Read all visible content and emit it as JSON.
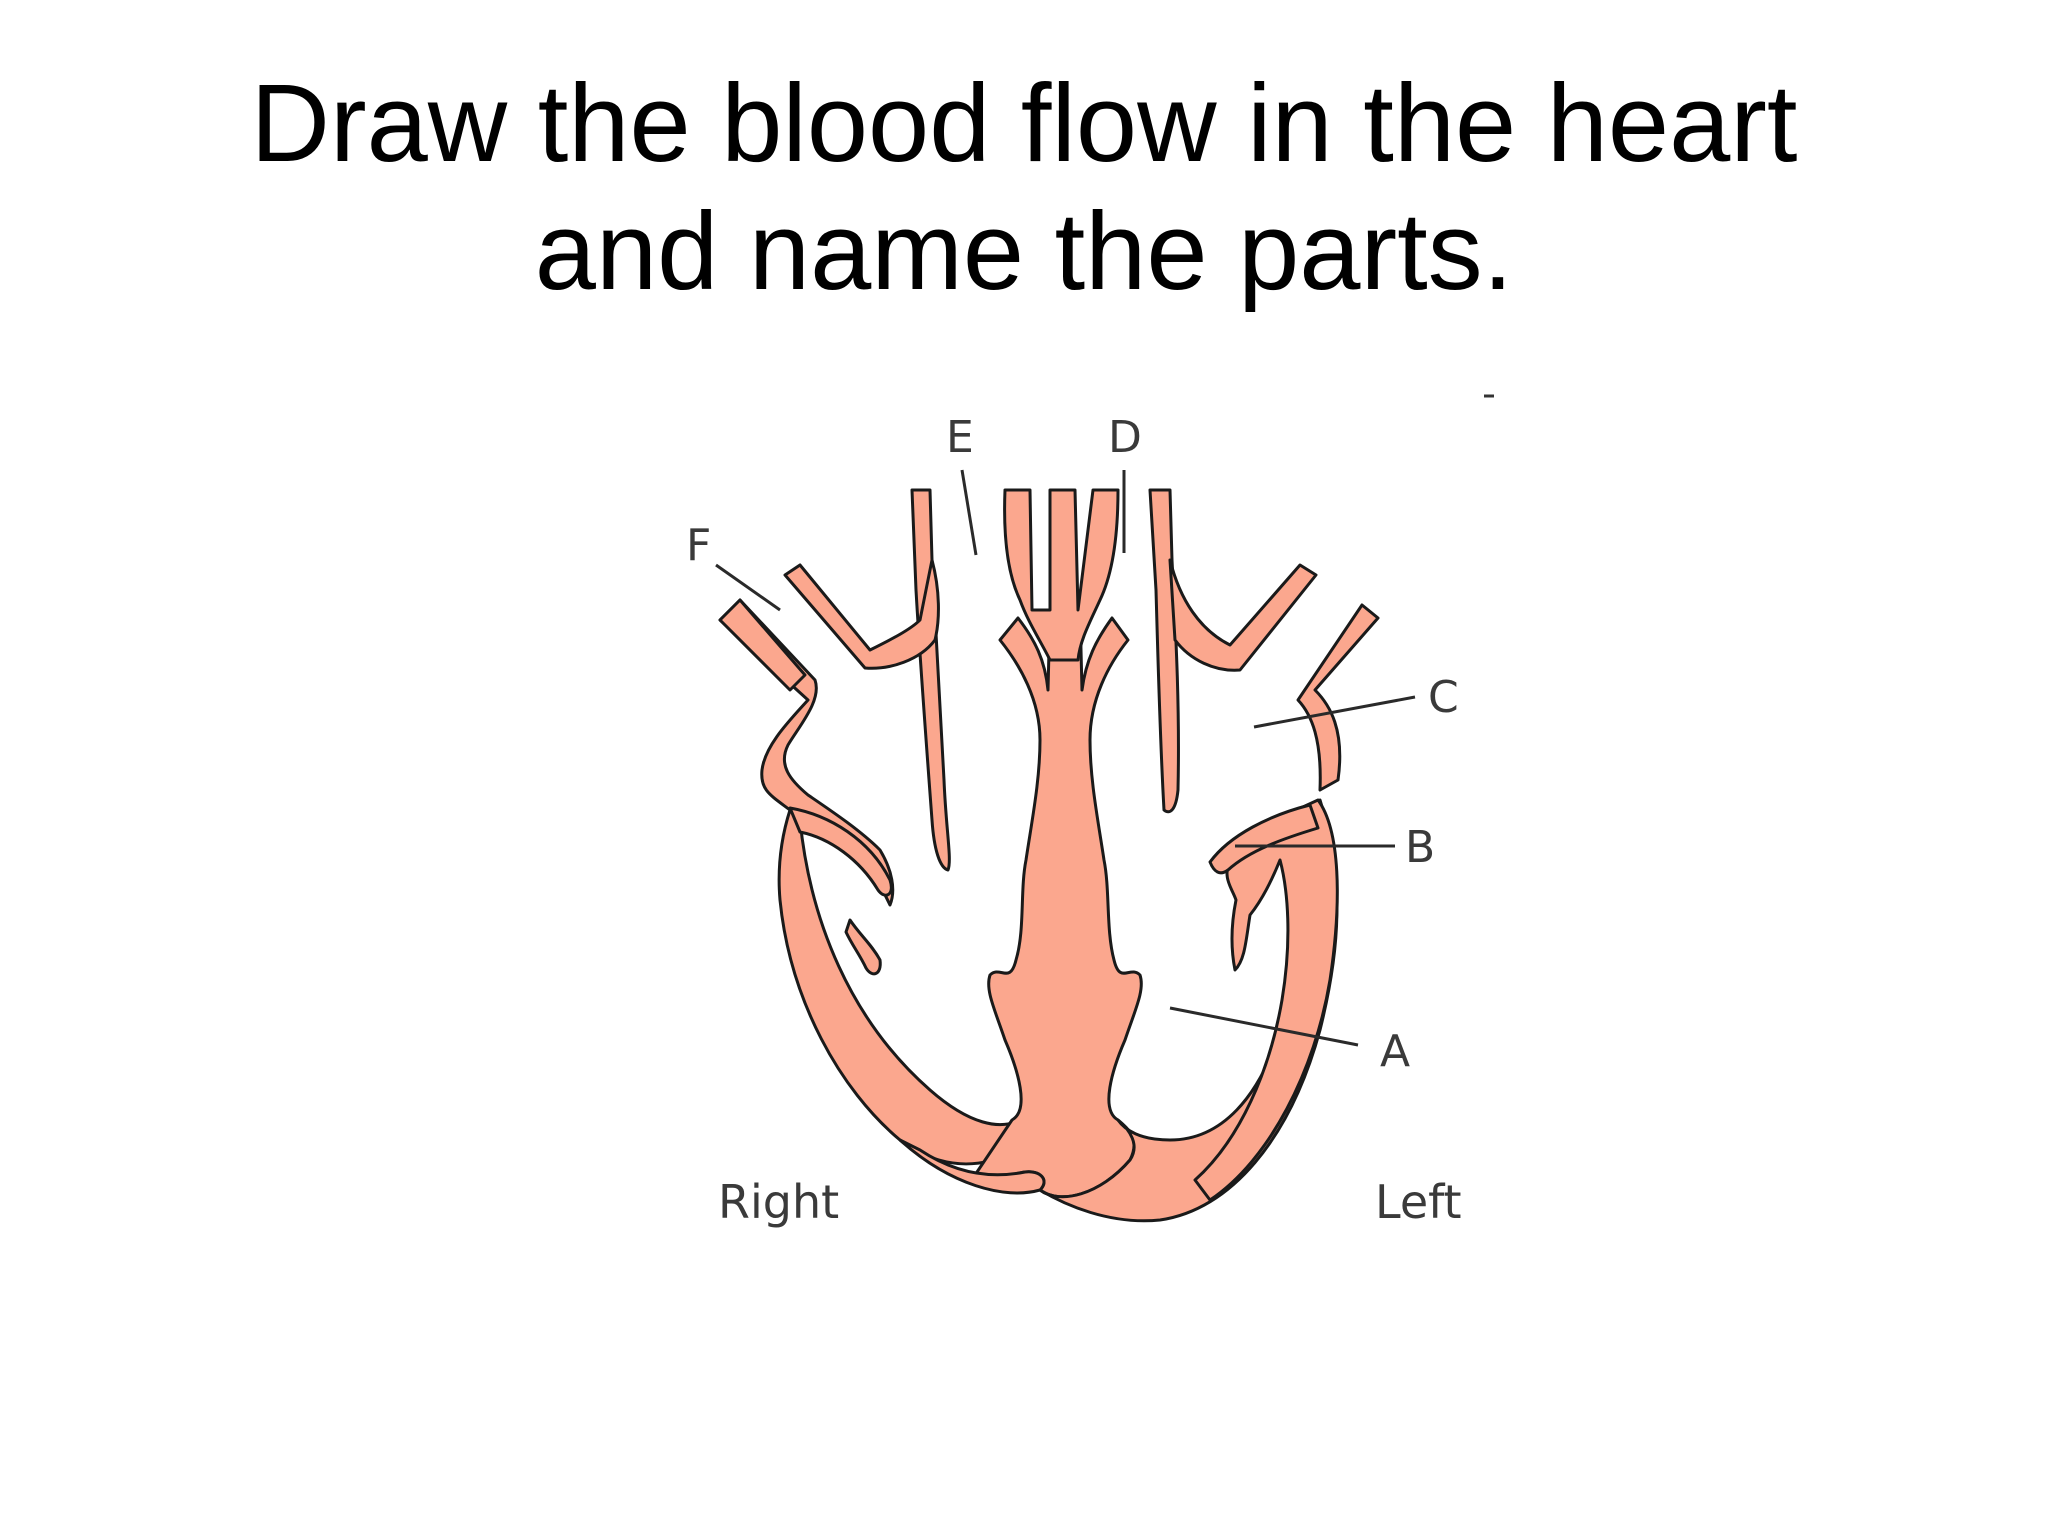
{
  "slide": {
    "title_line1": "Draw the blood flow in the heart",
    "title_line2": "and name the parts."
  },
  "diagram": {
    "tissue_color": "#fba78e",
    "labels": {
      "a": "A",
      "b": "B",
      "c": "C",
      "d": "D",
      "e": "E",
      "f": "F"
    },
    "sides": {
      "right": "Right",
      "left": "Left"
    }
  }
}
